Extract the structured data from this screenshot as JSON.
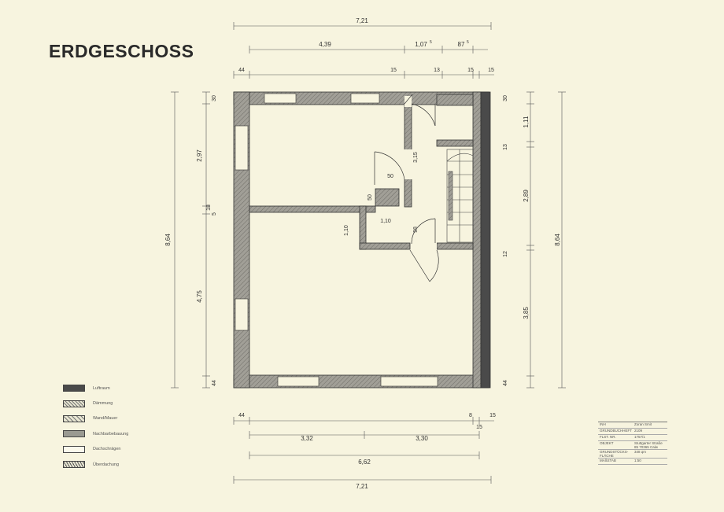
{
  "title": "ERDGESCHOSS",
  "colors": {
    "wall": "#9d9d95",
    "background": "#f7f4df",
    "line": "#2a2a2a"
  },
  "dimensions": {
    "top_overall": "7,21",
    "top_segments": [
      "4,39",
      "1,07",
      "87"
    ],
    "top_superscripts": [
      "5",
      "5"
    ],
    "top_small": [
      "44",
      "15",
      "13",
      "15",
      "15"
    ],
    "left_overall": "8,64",
    "left_segments": [
      "30",
      "2,97",
      "18",
      "5",
      "4,75",
      "44"
    ],
    "right_overall": "8,64",
    "right_segments": [
      "30",
      "1,11",
      "13",
      "2,89",
      "12",
      "3,85",
      "44"
    ],
    "interior": [
      "50",
      "3,15",
      "50",
      "1,10",
      "1,10",
      "98"
    ],
    "bottom_small": [
      "44",
      "8",
      "15",
      "15"
    ],
    "bottom_segments": [
      "3,32",
      "3,30"
    ],
    "bottom_mid": "6,62",
    "bottom_overall": "7,21"
  },
  "legend": [
    {
      "label": "Luftraum",
      "swatch": "sw-luft"
    },
    {
      "label": "Dämmung",
      "swatch": "sw-daemm"
    },
    {
      "label": "Wand/Mauer",
      "swatch": "sw-wand"
    },
    {
      "label": "Nachbarbebauung",
      "swatch": "sw-nach"
    },
    {
      "label": "Dachschrägen",
      "swatch": "sw-dach"
    },
    {
      "label": "Überdachung",
      "swatch": "sw-ueber"
    }
  ],
  "info_table": [
    {
      "key": "INH",
      "value": "Zoran Smit"
    },
    {
      "key": "GRUNDBUCHHEFT",
      "value": "2109"
    },
    {
      "key": "FLST. NR.",
      "value": "1757/1"
    },
    {
      "key": "OBJEKT",
      "value": "Stuttgarter Straße 85 70365 Calw"
    },
    {
      "key": "GRUNDSTÜCKS-FLÄCHE",
      "value": "348 qm"
    },
    {
      "key": "MAßSTAB",
      "value": "1:50"
    }
  ]
}
